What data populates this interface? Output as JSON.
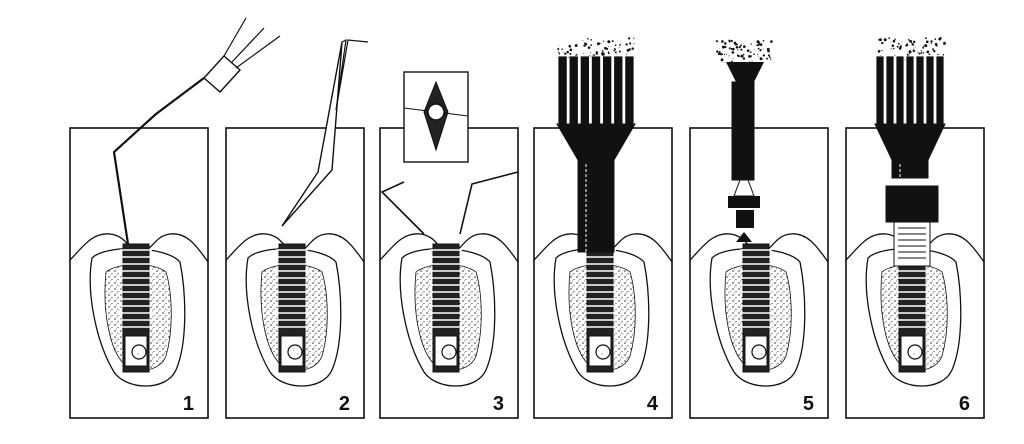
{
  "figure": {
    "description_type": "dental implant procedure steps",
    "ink_color": "#111111",
    "background_color": "#ffffff",
    "panels": [
      {
        "number": "1"
      },
      {
        "number": "2"
      },
      {
        "number": "3"
      },
      {
        "number": "4"
      },
      {
        "number": "5"
      },
      {
        "number": "6"
      }
    ]
  }
}
